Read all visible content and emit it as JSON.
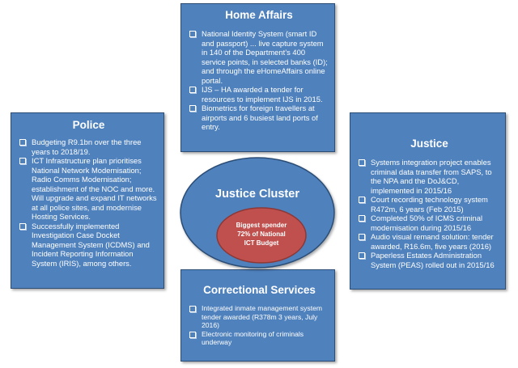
{
  "colors": {
    "box_fill": "#4f81bd",
    "box_border": "#2c4d75",
    "outer_ellipse_fill": "#4f81bd",
    "inner_ellipse_fill": "#c0504d",
    "text": "#ffffff"
  },
  "center": {
    "title": "Justice Cluster",
    "highlight_lines": [
      "Biggest spender",
      "72% of National",
      "ICT Budget"
    ]
  },
  "home_affairs": {
    "title": "Home Affairs",
    "items": [
      "National Identity System (smart  ID and passport) ... live capture system in 140 of the Department’s 400 service points, in selected banks (ID); and  through the eHomeAffairs online portal.",
      "IJS – HA awarded a tender for resources to implement IJS in 2015.",
      "Biometrics for  foreign travellers at airports and 6 busiest land ports of entry."
    ]
  },
  "police": {
    "title": "Police",
    "items": [
      "Budgeting R9.1bn over the three years to 2018/19.",
      "ICT Infrastructure plan prioritises National Network Modernisation; Radio Comms Modernisation; establishment of the NOC and more. Will upgrade and expand IT networks at all police sites, and modernise Hosting Services.",
      "Successfully implemented Investigation Case Docket Management System (ICDMS) and Incident Reporting  Information System (IRIS), among others."
    ]
  },
  "justice": {
    "title": "Justice",
    "items": [
      "Systems integration project enables criminal data transfer from SAPS, to the NPA and the DoJ&CD, implemented  in 2015/16",
      "Court recording technology system R472m, 6 years (Feb 2015)",
      "Completed 50% of ICMS criminal modernisation during 2015/16",
      "Audio visual remand solution: tender awarded, R16.6m, five years (2016)",
      "Paperless Estates Administration System (PEAS) rolled out in 2015/16"
    ]
  },
  "correctional": {
    "title": "Correctional Services",
    "items": [
      "Integrated inmate management system tender awarded (R378m 3 years, July 2016)",
      "Electronic monitoring of criminals underway"
    ]
  }
}
